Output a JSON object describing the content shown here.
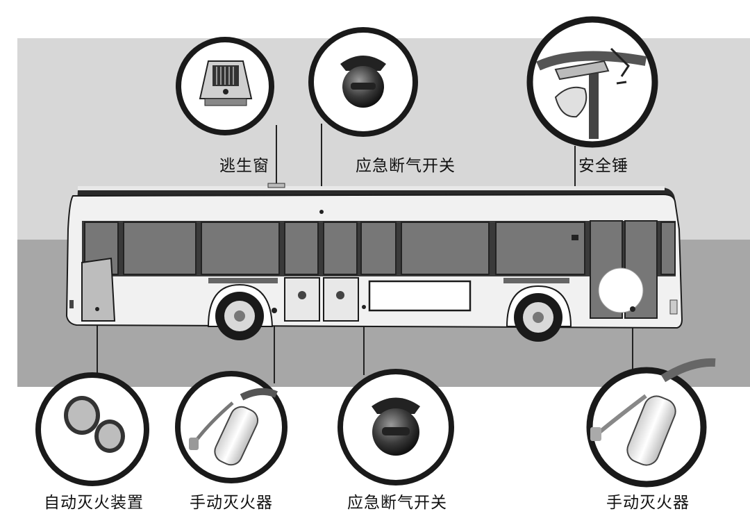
{
  "callouts": {
    "escape_window": "逃生窗",
    "emergency_air_switch_top": "应急断气开关",
    "safety_hammer": "安全锤",
    "auto_fire_device": "自动灭火装置",
    "extinguisher_mid": "手动灭火器",
    "emergency_air_switch_bottom": "应急断气开关",
    "extinguisher_right": "手动灭火器"
  },
  "colors": {
    "ground": "#a7a7a7",
    "sky": "#d7d7d7",
    "ring": "#1a1a1a",
    "bus_body": "#f1f1f1",
    "window": "#6e6e6e",
    "roof_band": "#2a2a2a"
  },
  "icons": {
    "escape_window": "roof-vent-icon",
    "air_switch": "valve-knob-icon",
    "hammer": "safety-hammer-icon",
    "auto_fire": "sprinkler-nozzle-icon",
    "extinguisher": "fire-extinguisher-icon"
  }
}
